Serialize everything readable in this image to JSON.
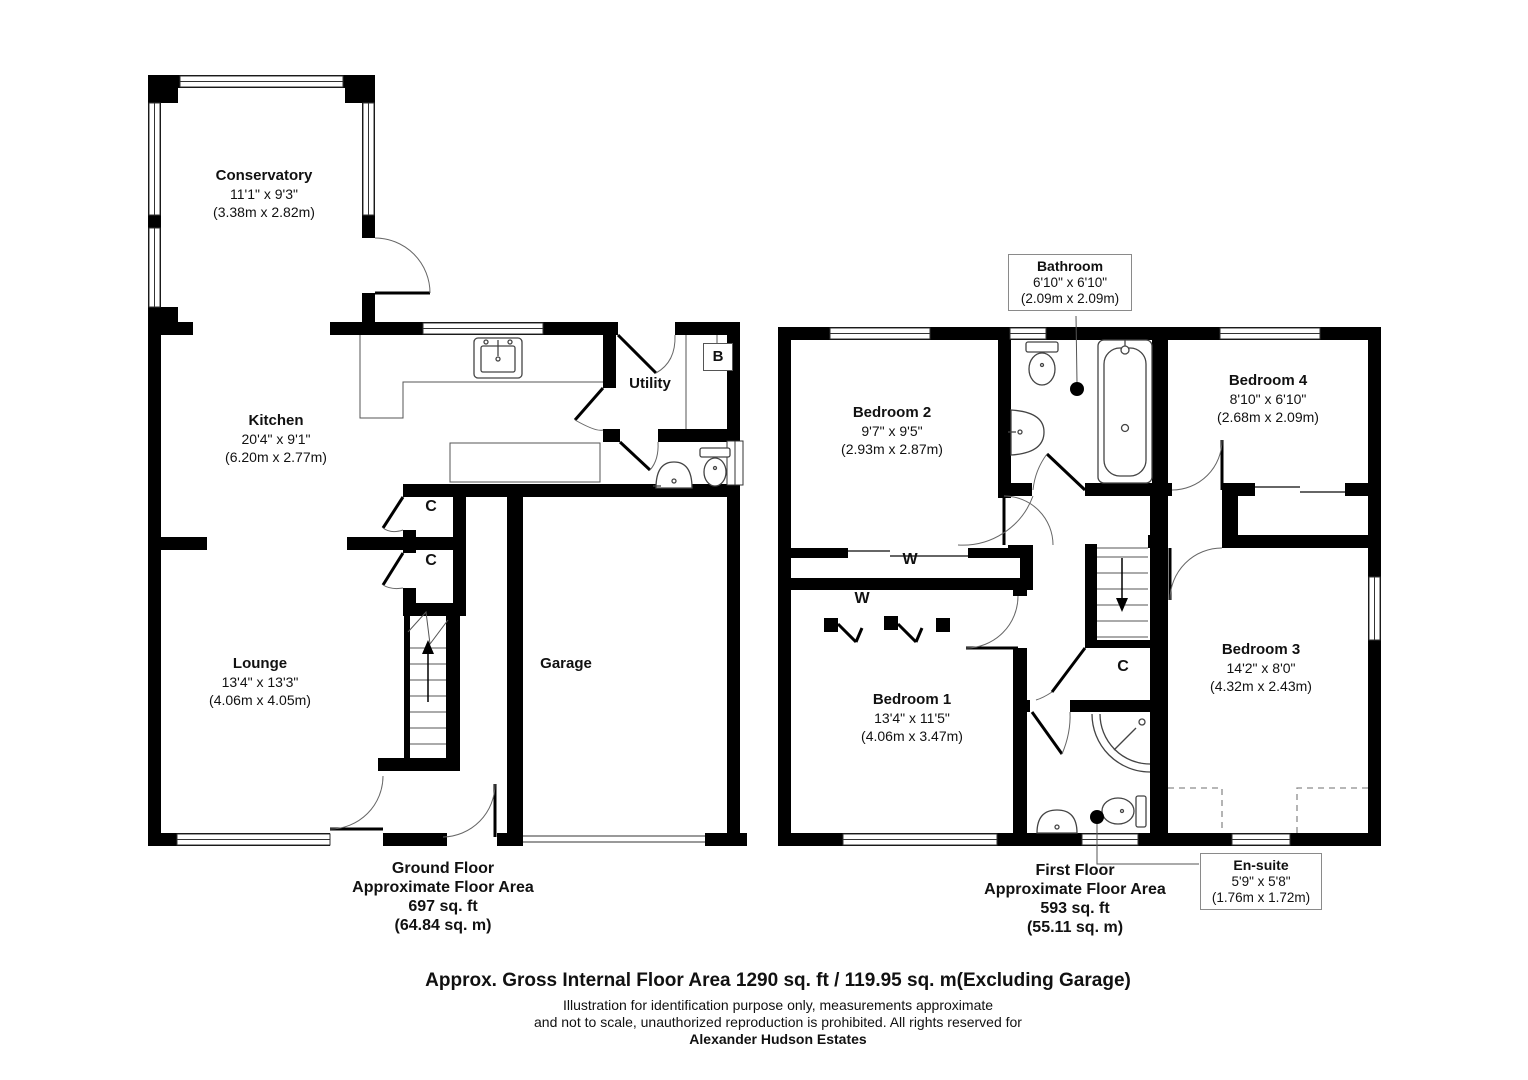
{
  "floors": {
    "ground": {
      "title": "Ground Floor",
      "subtitle": "Approximate Floor Area",
      "area_ft": "697 sq. ft",
      "area_m": "(64.84 sq. m)"
    },
    "first": {
      "title": "First Floor",
      "subtitle": "Approximate Floor Area",
      "area_ft": "593 sq. ft",
      "area_m": "(55.11 sq. m)"
    }
  },
  "rooms": {
    "conservatory": {
      "name": "Conservatory",
      "dims_ft": "11'1\" x 9'3\"",
      "dims_m": "(3.38m x 2.82m)"
    },
    "kitchen": {
      "name": "Kitchen",
      "dims_ft": "20'4\" x 9'1\"",
      "dims_m": "(6.20m x 2.77m)"
    },
    "utility": {
      "name": "Utility"
    },
    "lounge": {
      "name": "Lounge",
      "dims_ft": "13'4\" x 13'3\"",
      "dims_m": "(4.06m x 4.05m)"
    },
    "garage": {
      "name": "Garage"
    },
    "bedroom1": {
      "name": "Bedroom 1",
      "dims_ft": "13'4\" x 11'5\"",
      "dims_m": "(4.06m x 3.47m)"
    },
    "bedroom2": {
      "name": "Bedroom 2",
      "dims_ft": "9'7\" x 9'5\"",
      "dims_m": "(2.93m x 2.87m)"
    },
    "bedroom3": {
      "name": "Bedroom 3",
      "dims_ft": "14'2\" x 8'0\"",
      "dims_m": "(4.32m x 2.43m)"
    },
    "bedroom4": {
      "name": "Bedroom 4",
      "dims_ft": "8'10\" x 6'10\"",
      "dims_m": "(2.68m x 2.09m)"
    },
    "bathroom": {
      "name": "Bathroom",
      "dims_ft": "6'10\" x 6'10\"",
      "dims_m": "(2.09m x 2.09m)"
    },
    "ensuite": {
      "name": "En-suite",
      "dims_ft": "5'9\" x 5'8\"",
      "dims_m": "(1.76m x 1.72m)"
    }
  },
  "markers": {
    "wardrobe": "W",
    "cupboard": "C",
    "boiler": "B"
  },
  "footer": {
    "title": "Approx. Gross Internal Floor Area 1290 sq. ft / 119.95 sq. m(Excluding Garage)",
    "line1": "Illustration for identification purpose only, measurements approximate",
    "line2": "and not to scale, unauthorized reproduction is prohibited. All rights reserved for",
    "brand": "Alexander Hudson Estates"
  },
  "colors": {
    "wall": "#000000",
    "line": "#555555",
    "dashed": "#8c8c8c"
  }
}
